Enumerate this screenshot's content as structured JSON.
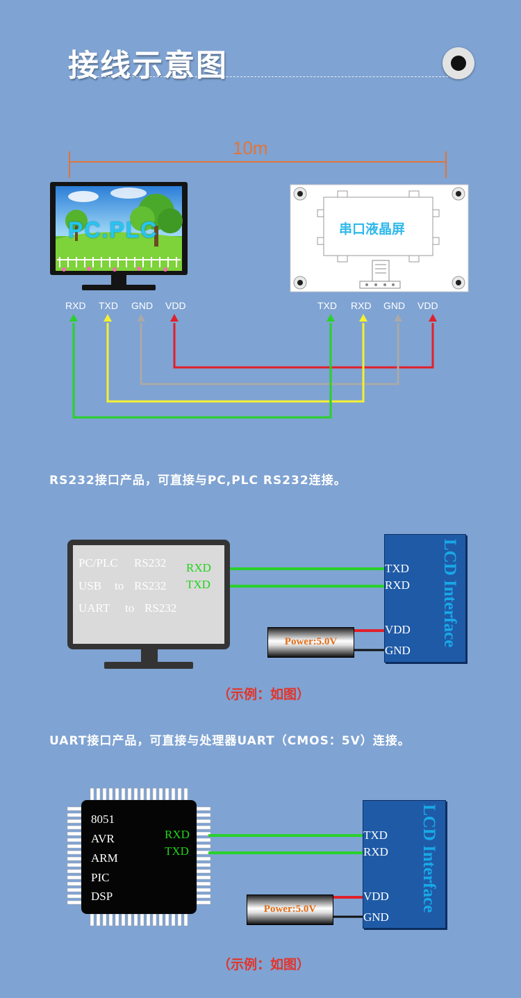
{
  "title": "接线示意图",
  "distance": "10m",
  "monitor_label": "PC.PLC",
  "display_label": "串口液晶屏",
  "left_pins": [
    "RXD",
    "TXD",
    "GND",
    "VDD"
  ],
  "right_pins": [
    "TXD",
    "RXD",
    "GND",
    "VDD"
  ],
  "rs232_note": "RS232接口产品，可直接与PC,PLC RS232连接。",
  "pc_lines": [
    {
      "a": "PC/PLC",
      "b": "RS232"
    },
    {
      "a": "USB",
      "m": "to",
      "b": "RS232"
    },
    {
      "a": "UART",
      "m": "to",
      "b": "RS232"
    }
  ],
  "source_pins": {
    "rxd": "RXD",
    "txd": "TXD"
  },
  "lcd_pins": {
    "txd": "TXD",
    "rxd": "RXD",
    "vdd": "VDD",
    "gnd": "GND"
  },
  "lcd_interface": "LCD Interface",
  "power_label": "Power:5.0V",
  "example_label": "（示例：如图）",
  "uart_note": "UART接口产品，可直接与处理器UART（CMOS：5V）连接。",
  "chip_lines": [
    "8051",
    "AVR",
    "ARM",
    "PIC",
    "DSP"
  ],
  "colors": {
    "background": "#7fa3d2",
    "green": "#2ad12a",
    "yellow": "#f5f030",
    "gray": "#a9a9a9",
    "red": "#e0202a",
    "orange": "#e0753a"
  }
}
